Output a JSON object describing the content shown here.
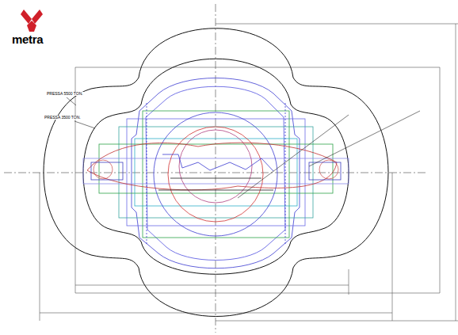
{
  "diagram": {
    "labels": [
      "metra",
      "PRESSA 5500 TON.",
      "PRESSA 3500 TON."
    ]
  }
}
